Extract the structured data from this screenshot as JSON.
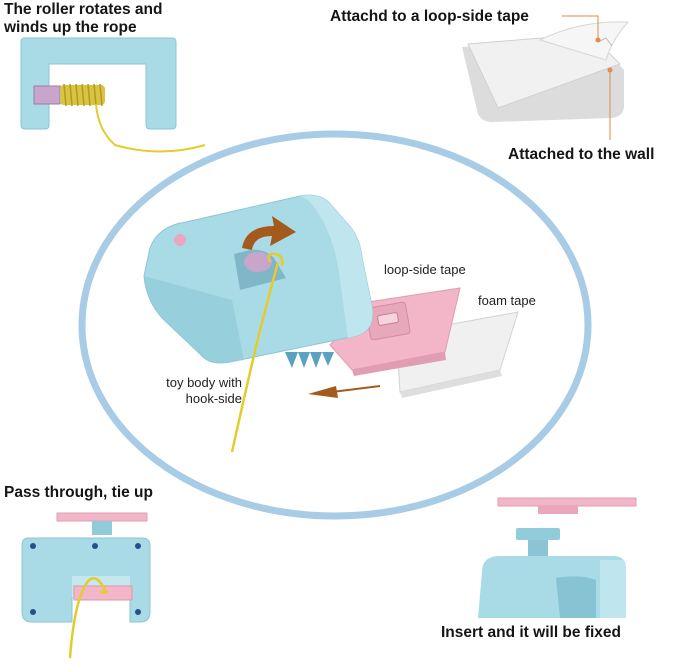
{
  "labels": {
    "roller": "The roller rotates and winds up the rope",
    "loop_tape_top": "Attachd to a loop-side tape",
    "wall": "Attached to the wall",
    "loop_side_tape": "loop-side tape",
    "foam_tape": "foam tape",
    "toy_body": "toy body with hook-side",
    "pass_through": "Pass through, tie up",
    "insert": "Insert and it will be fixed"
  },
  "colors": {
    "blue": "#a9dbe6",
    "blue_dark": "#86c3d3",
    "pink": "#f2b6c8",
    "ring": "#a8cce6",
    "rope": "#e3cc2c",
    "arrow": "#a45a1c",
    "leader": "#e58a4a"
  }
}
